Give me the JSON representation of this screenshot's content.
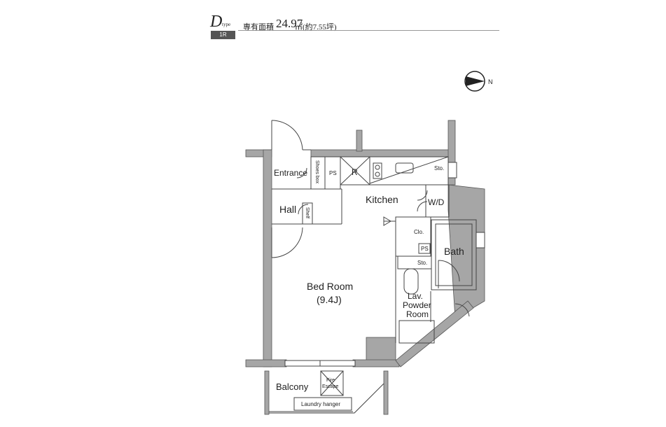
{
  "header": {
    "type_letter": "D",
    "type_suffix": "type",
    "layout_badge": "1R",
    "area_label": "専有面積",
    "area_value": "24.97",
    "area_unit": "㎡(約7.55坪)"
  },
  "compass": {
    "north_label": "N"
  },
  "rooms": {
    "entrance": "Entrance",
    "shoes_box": "Shoes box",
    "ps_top": "PS",
    "refrigerator": "R",
    "storage_top": "Sto.",
    "kitchen": "Kitchen",
    "washer": "W/D",
    "hall": "Hall",
    "shelf": "Shelf",
    "closet": "Clo.",
    "ps_mid": "PS",
    "storage_mid": "Sto.",
    "bath": "Bath",
    "bedroom": "Bed Room",
    "bedroom_size": "(9.4J)",
    "lav_line1": "Lav.",
    "lav_line2": "Powder",
    "lav_line3": "Room",
    "balcony": "Balcony",
    "fire_line1": "Fire",
    "fire_line2": "Escape",
    "laundry": "Laundry hanger"
  },
  "colors": {
    "wall": "#a6a6a6",
    "line": "#333333",
    "badge": "#555555"
  }
}
